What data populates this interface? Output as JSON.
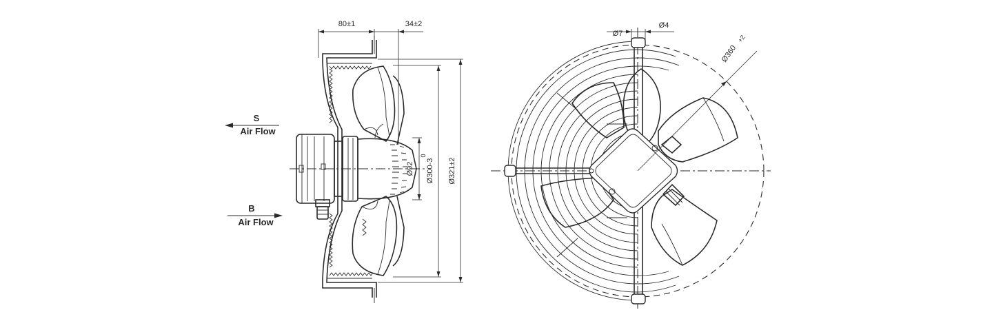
{
  "side_view": {
    "dim_depth": "80±1",
    "dim_offset": "34±2",
    "dim_hub": "Ø92",
    "dim_blade": "Ø300-3",
    "dim_blade_tol": "0",
    "dim_overall": "Ø321±2",
    "airflow_s_code": "S",
    "airflow_s_label": "Air Flow",
    "airflow_b_code": "B",
    "airflow_b_label": "Air Flow"
  },
  "front_view": {
    "dim_hole_small": "Ø7",
    "dim_hole_tiny": "Ø4",
    "dim_circle": "Ø360",
    "dim_circle_tol": "+2"
  }
}
